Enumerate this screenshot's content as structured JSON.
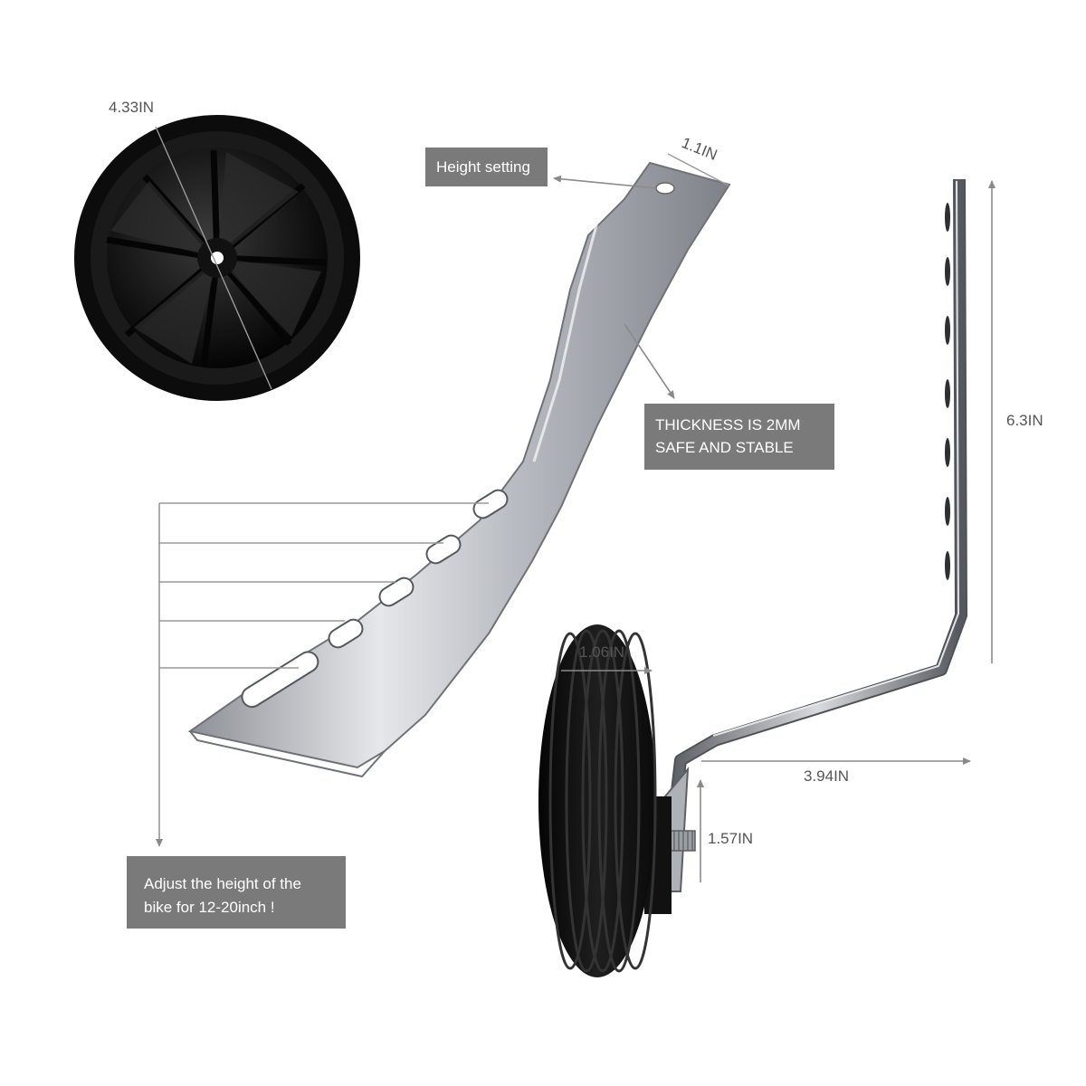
{
  "dimensions": {
    "wheel_diameter": "4.33IN",
    "bracket_width": "1.1IN",
    "bar_height": "6.3IN",
    "wheel_width": "1.06IN",
    "bar_offset": "3.94IN",
    "axle_length": "1.57IN"
  },
  "callouts": {
    "height_setting": "Height setting",
    "thickness_line1": "THICKNESS IS 2MM",
    "thickness_line2": "SAFE AND STABLE",
    "adjust_line1": "Adjust the height of the",
    "adjust_line2": "bike for 12-20inch !"
  },
  "colors": {
    "callout_box": "#7a7a7a",
    "dimension_line": "#8a8a8a",
    "wheel": "#141414",
    "metal": "#c4c6ca"
  }
}
